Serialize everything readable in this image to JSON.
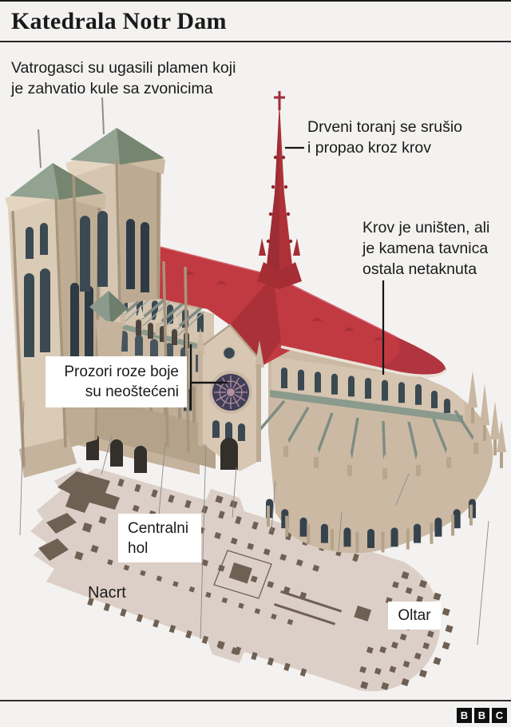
{
  "header": {
    "title": "Katedrala Notr Dam"
  },
  "annotations": {
    "towers": {
      "line1": "Vatrogasci su ugasili plamen koji",
      "line2": "je zahvatio kule sa zvonicima"
    },
    "spire": {
      "line1": "Drveni toranj se srušio",
      "line2": "i propao kroz krov"
    },
    "roof": {
      "line1": "Krov je uništen, ali",
      "line2": "je kamena tavnica",
      "line3": "ostala netaknuta"
    },
    "windows": {
      "line1": "Prozori roze boje",
      "line2": "su neoštećeni"
    }
  },
  "plan": {
    "hall_line1": "Centralni",
    "hall_line2": "hol",
    "plan_label": "Nacrt",
    "altar_label": "Oltar"
  },
  "footer": {
    "logo_letters": [
      "B",
      "B",
      "C"
    ]
  },
  "palette": {
    "background": "#f3f2f0",
    "text": "#1a1a1a",
    "highlight_red": "#c23a41",
    "highlight_red_dark": "#a83039",
    "spire_red": "#ae3138",
    "stone_light": "#d9cab6",
    "stone_mid": "#cbb9a4",
    "stone_dark": "#b5a28b",
    "stone_deep": "#a8957e",
    "tower_roof_green": "#8a9a8c",
    "tower_roof_green_dark": "#70806f",
    "window_dark": "#3b4953",
    "plan_fill": "#dccfc7",
    "plan_pillars": "#6f6054",
    "leader_line": "#161616",
    "projection_line": "#8a8a8a"
  }
}
